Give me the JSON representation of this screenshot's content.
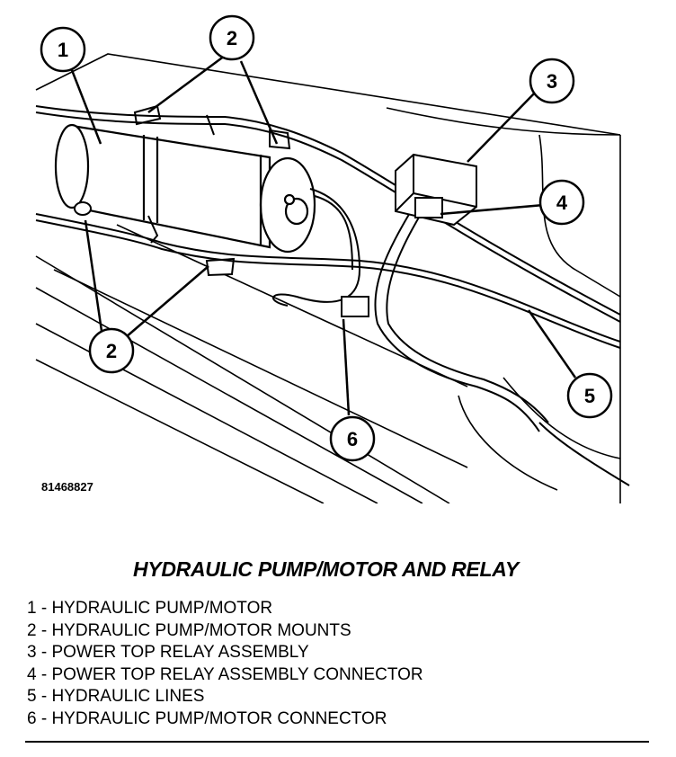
{
  "figure": {
    "figure_id": "81468827",
    "callouts": [
      "1",
      "2",
      "2",
      "3",
      "4",
      "5",
      "6"
    ]
  },
  "caption": {
    "title": "HYDRAULIC PUMP/MOTOR AND RELAY",
    "items": [
      "1 - HYDRAULIC PUMP/MOTOR",
      "2 - HYDRAULIC PUMP/MOTOR MOUNTS",
      "3 - POWER TOP RELAY ASSEMBLY",
      "4 - POWER TOP RELAY ASSEMBLY CONNECTOR",
      "5 - HYDRAULIC LINES",
      "6 - HYDRAULIC PUMP/MOTOR CONNECTOR"
    ]
  },
  "colors": {
    "ink": "#000000",
    "paper": "#ffffff"
  }
}
